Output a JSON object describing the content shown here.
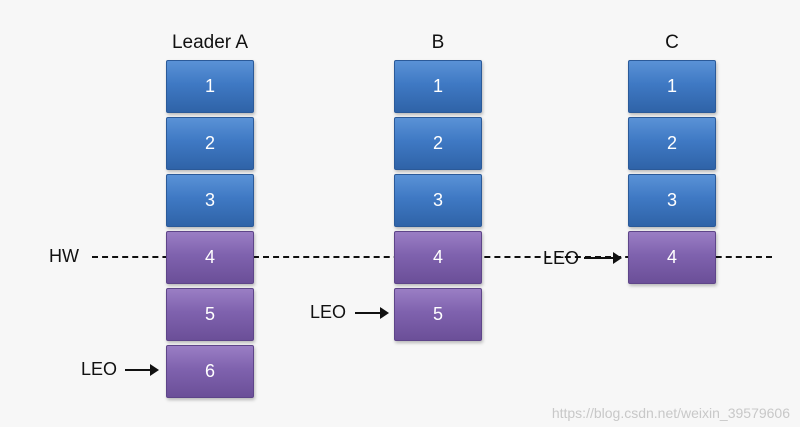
{
  "columns": [
    {
      "title": "Leader A",
      "blocks": [
        "1",
        "2",
        "3",
        "4",
        "5",
        "6"
      ]
    },
    {
      "title": "B",
      "blocks": [
        "1",
        "2",
        "3",
        "4",
        "5"
      ]
    },
    {
      "title": "C",
      "blocks": [
        "1",
        "2",
        "3",
        "4"
      ]
    }
  ],
  "markers": {
    "hw": "HW",
    "leo_a": "LEO",
    "leo_b": "LEO",
    "leo_c": "LEO"
  },
  "colors": {
    "committed": "#3f79c4",
    "uncommitted": "#7f62ae"
  },
  "watermark": "https://blog.csdn.net/weixin_39579606"
}
